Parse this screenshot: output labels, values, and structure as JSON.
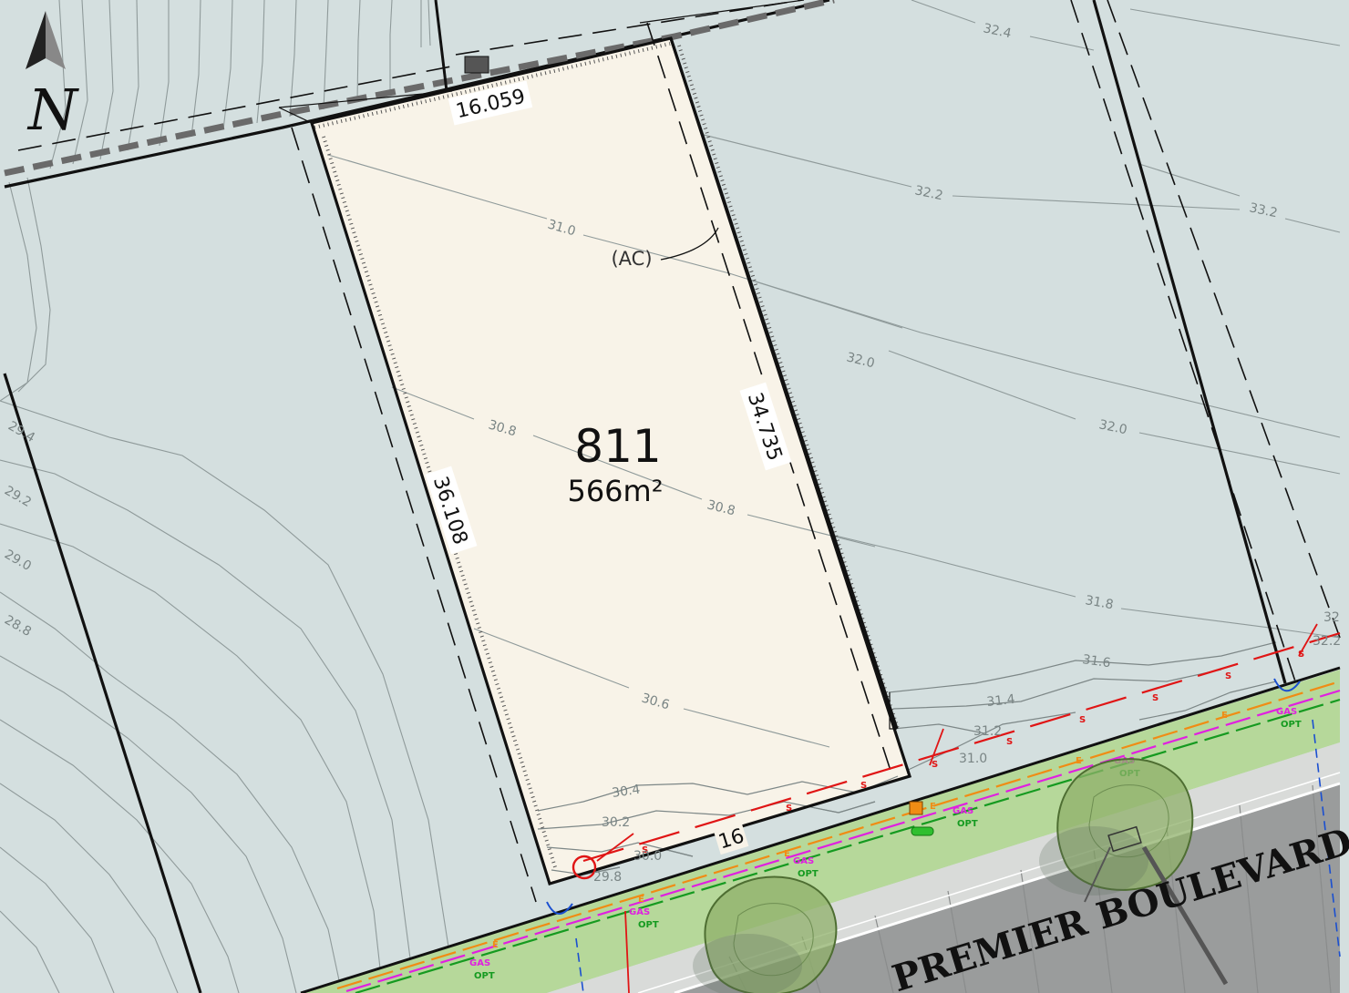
{
  "lot": {
    "number": "811",
    "area": "566m²",
    "frontage": "16",
    "rear": "16.059",
    "left_side": "36.108",
    "right_side": "34.735",
    "note": "(AC)"
  },
  "street_name": "PREMIER BOULEVARD",
  "north_letter": "N",
  "contours": {
    "c1": "32.4",
    "c2": "32.2",
    "c3": "33.2",
    "c4": "31.0",
    "c5": "32.0",
    "c6": "32.0",
    "c7": "30.8",
    "c8": "30.8",
    "c9": "31.8",
    "c10": "31.6",
    "c11": "30.6",
    "c12": "31.4",
    "c13": "31.2",
    "c14": "31.0",
    "c15": "30.4",
    "c16": "30.2",
    "c17": "30.0",
    "c18": "29.8",
    "c19": "29.4",
    "c20": "29.2",
    "c21": "29.0",
    "c22": "28.8",
    "c23": "32",
    "c24": "32.2"
  },
  "services": {
    "sewer": "S",
    "electric": "E",
    "gas": "GAS",
    "optic": "OPT"
  },
  "colors": {
    "lot_fill": "#f8f3e8",
    "background": "#d4dfdf",
    "verge": "#b6d89a",
    "footpath": "#d9dbd9",
    "road": "#9a9c9c",
    "sewer": "#e01515",
    "electric": "#f08c14",
    "gas": "#e020e0",
    "optic": "#159a20"
  }
}
